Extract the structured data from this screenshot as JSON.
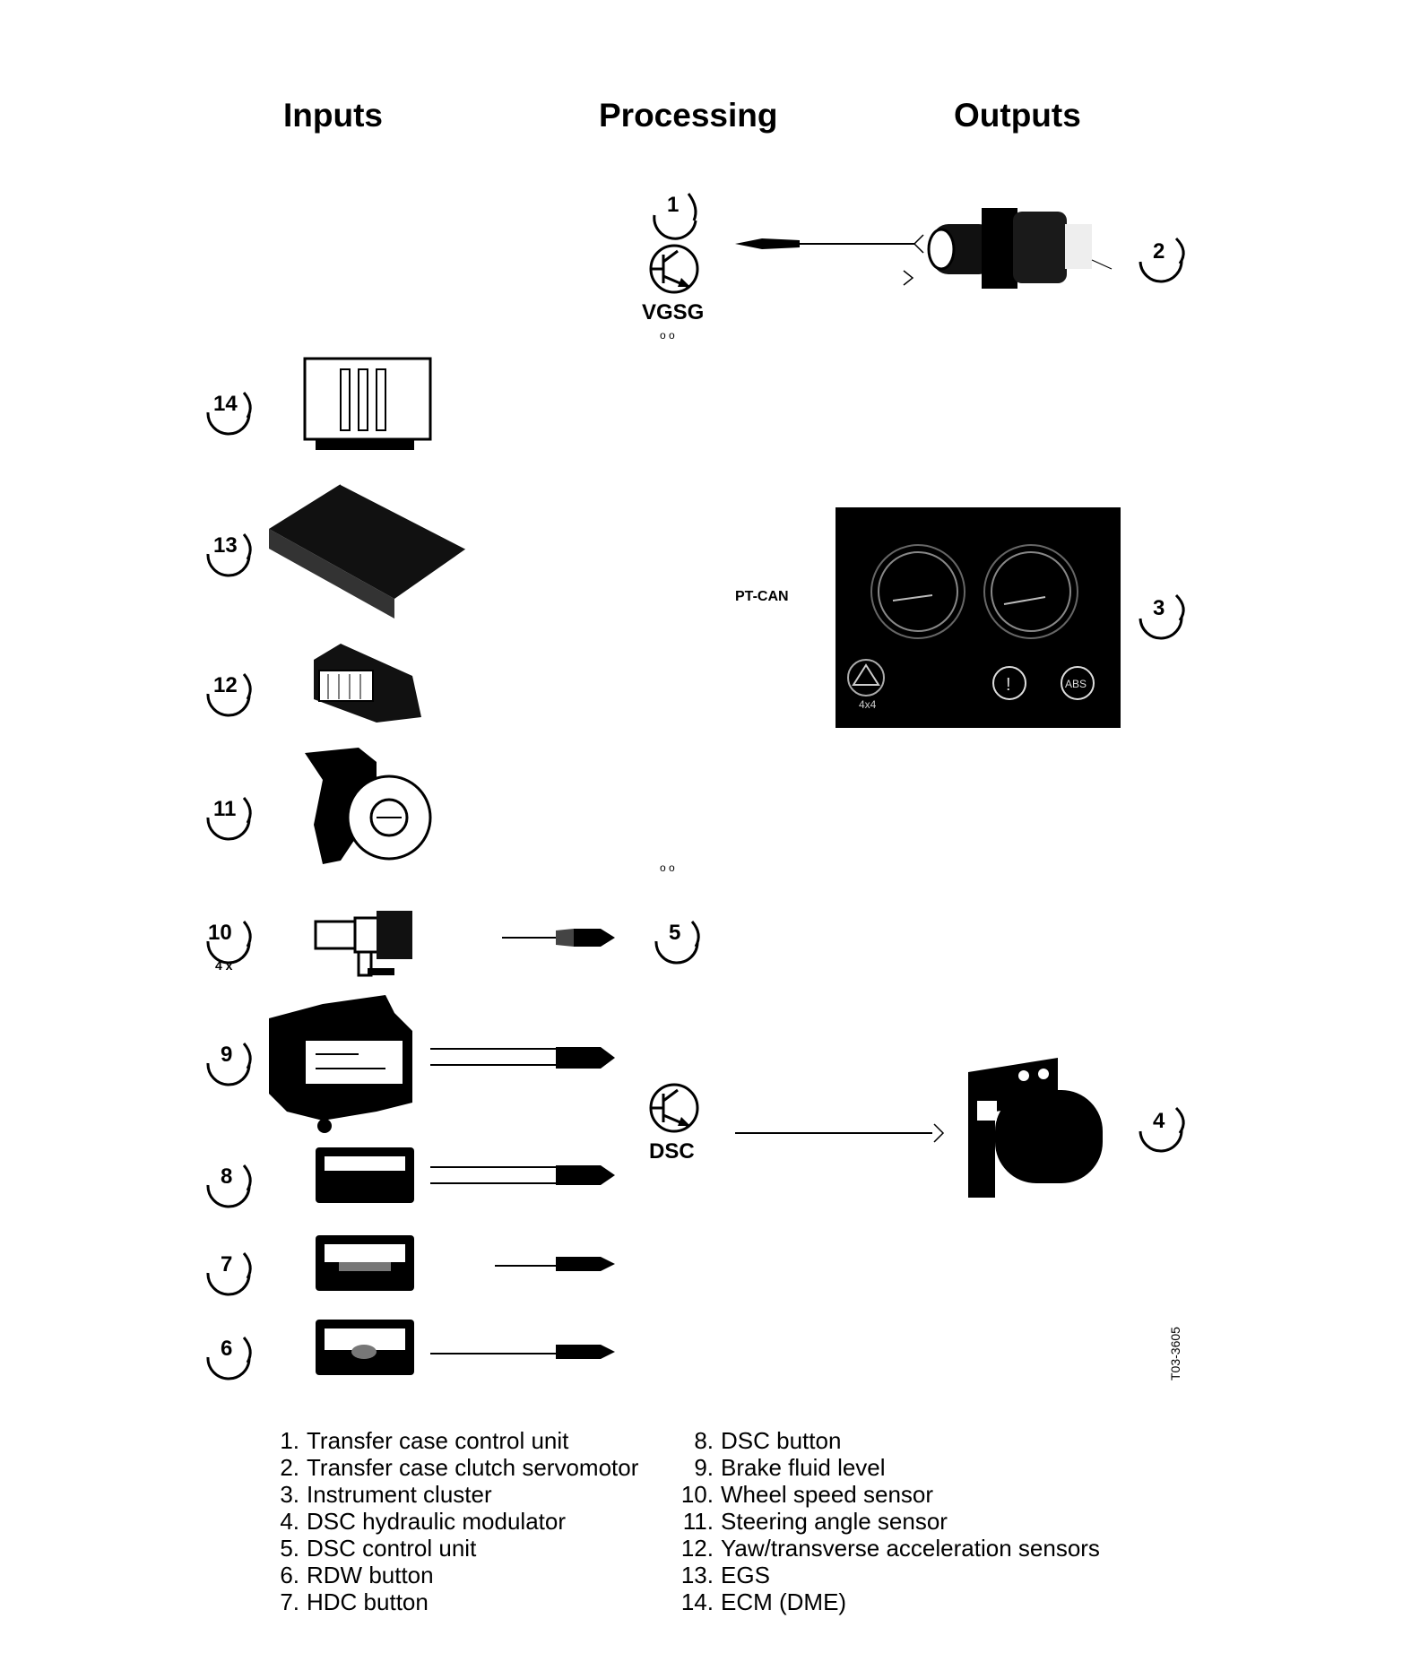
{
  "headers": {
    "inputs": "Inputs",
    "processing": "Processing",
    "outputs": "Outputs"
  },
  "labels": {
    "vgsg": "VGSG",
    "dsc": "DSC",
    "pt_can": "PT-CAN",
    "four_x": "4 x",
    "cluster_4x4": "4x4",
    "abs": "ABS",
    "figure_code": "T03-3605"
  },
  "callouts": [
    "1",
    "2",
    "3",
    "4",
    "5",
    "6",
    "7",
    "8",
    "9",
    "10",
    "11",
    "12",
    "13",
    "14"
  ],
  "legend_left": [
    {
      "num": "1.",
      "text": "Transfer case control unit"
    },
    {
      "num": "2.",
      "text": "Transfer case clutch servomotor"
    },
    {
      "num": "3.",
      "text": "Instrument cluster"
    },
    {
      "num": "4.",
      "text": "DSC hydraulic modulator"
    },
    {
      "num": "5.",
      "text": "DSC control unit"
    },
    {
      "num": "6.",
      "text": "RDW button"
    },
    {
      "num": "7.",
      "text": "HDC button"
    }
  ],
  "legend_right": [
    {
      "num": "8.",
      "text": "DSC button"
    },
    {
      "num": "9.",
      "text": "Brake fluid level"
    },
    {
      "num": "10.",
      "text": "Wheel speed sensor"
    },
    {
      "num": "11.",
      "text": "Steering angle sensor"
    },
    {
      "num": "12.",
      "text": "Yaw/transverse acceleration sensors"
    },
    {
      "num": "13.",
      "text": "EGS"
    },
    {
      "num": "14.",
      "text": "ECM (DME)"
    }
  ]
}
